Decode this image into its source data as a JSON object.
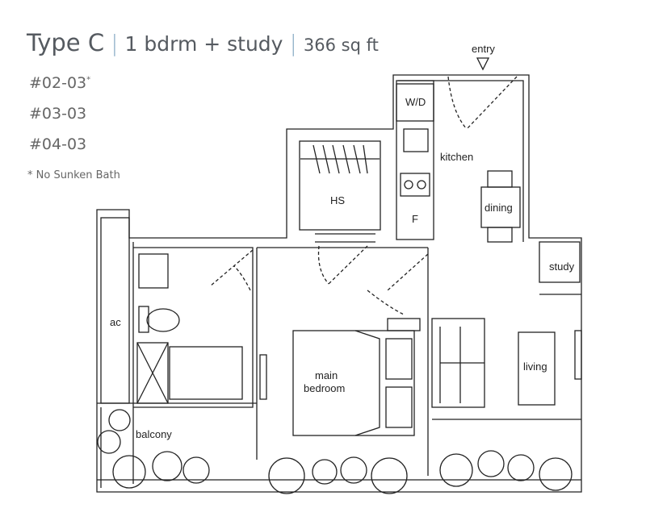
{
  "header": {
    "type": "Type C",
    "layout": "1 bdrm + study",
    "area": "366 sq ft"
  },
  "units": [
    "#02-03",
    "#03-03",
    "#04-03"
  ],
  "unit_marker": "*",
  "note": "* No Sunken Bath",
  "rooms": {
    "entry": "entry",
    "wd": "W/D",
    "kitchen": "kitchen",
    "hs": "HS",
    "fridge": "F",
    "dining": "dining",
    "study": "study",
    "ac": "ac",
    "main_bedroom_1": "main",
    "main_bedroom_2": "bedroom",
    "living": "living",
    "balcony": "balcony"
  },
  "colors": {
    "title": "#555a60",
    "separator": "#8fb0c8",
    "line": "#222222"
  }
}
